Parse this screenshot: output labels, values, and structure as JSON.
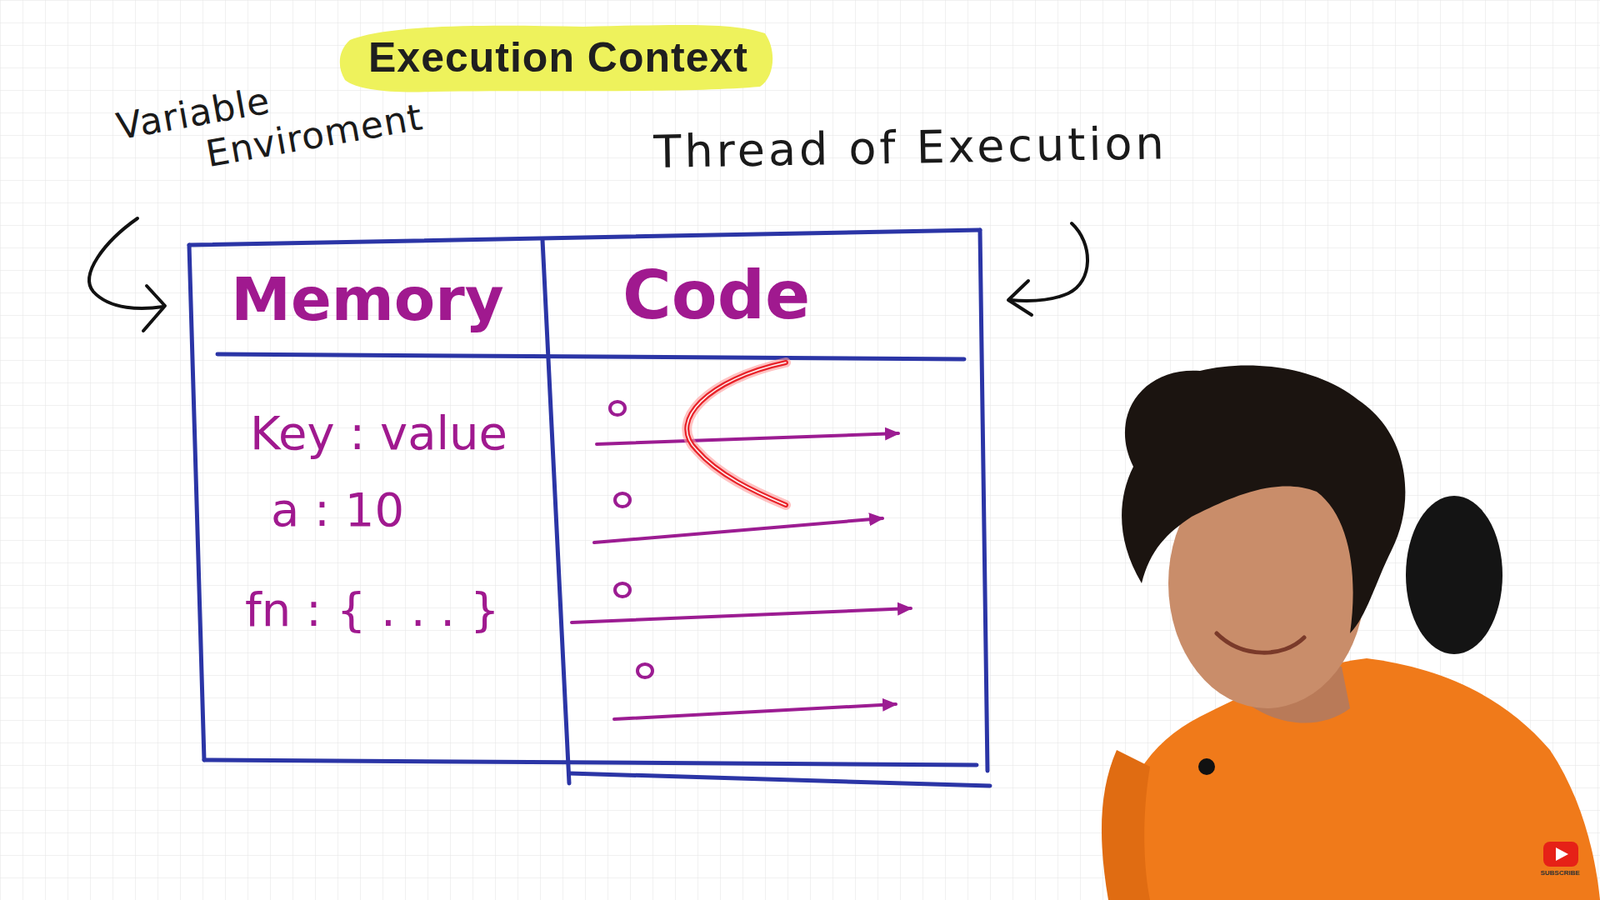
{
  "diagram": {
    "title": "Execution Context",
    "nodes": [
      {
        "text": [
          "Memory",
          "Key : value",
          "a : 10",
          "fn : { . . . }"
        ]
      },
      {
        "text": [
          "Code"
        ]
      }
    ],
    "labels": [
      "Variable Enviroment",
      "Thread of Execution",
      "SUBSCRIBE"
    ]
  }
}
